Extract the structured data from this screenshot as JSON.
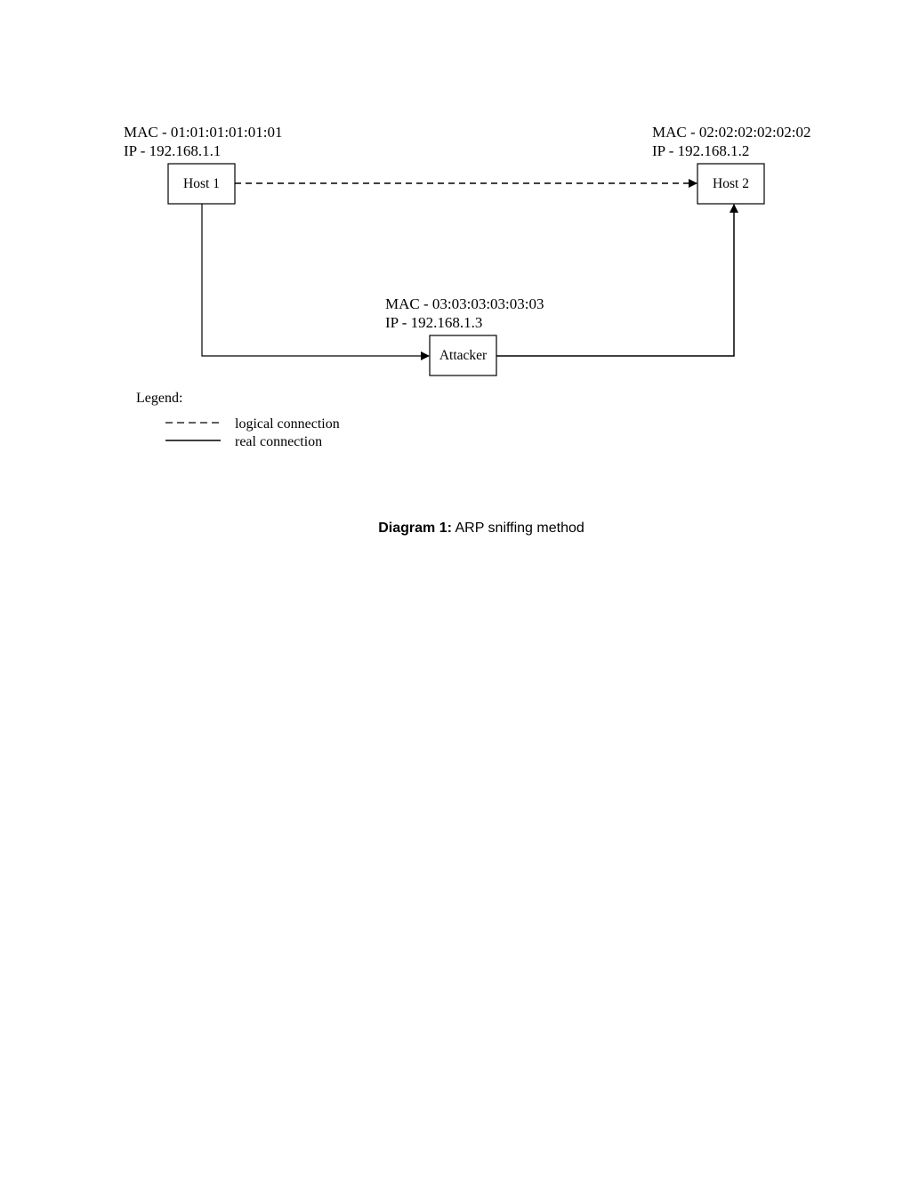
{
  "nodes": {
    "host1": {
      "name": "Host 1",
      "mac": "MAC - 01:01:01:01:01:01",
      "ip": "IP - 192.168.1.1"
    },
    "host2": {
      "name": "Host 2",
      "mac": "MAC - 02:02:02:02:02:02",
      "ip": "IP - 192.168.1.2"
    },
    "attacker": {
      "name": "Attacker",
      "mac": "MAC - 03:03:03:03:03:03",
      "ip": "IP - 192.168.1.3"
    }
  },
  "edges": [
    {
      "from": "Host 1",
      "to": "Host 2",
      "style": "dashed"
    },
    {
      "from": "Host 1",
      "to": "Attacker",
      "style": "solid"
    },
    {
      "from": "Attacker",
      "to": "Host 2",
      "style": "solid"
    }
  ],
  "legend": {
    "title": "Legend:",
    "items": [
      {
        "label": "logical connection",
        "style": "dashed"
      },
      {
        "label": "real connection",
        "style": "solid"
      }
    ]
  },
  "caption": {
    "prefix": "Diagram 1:",
    "text": " ARP sniffing method"
  }
}
